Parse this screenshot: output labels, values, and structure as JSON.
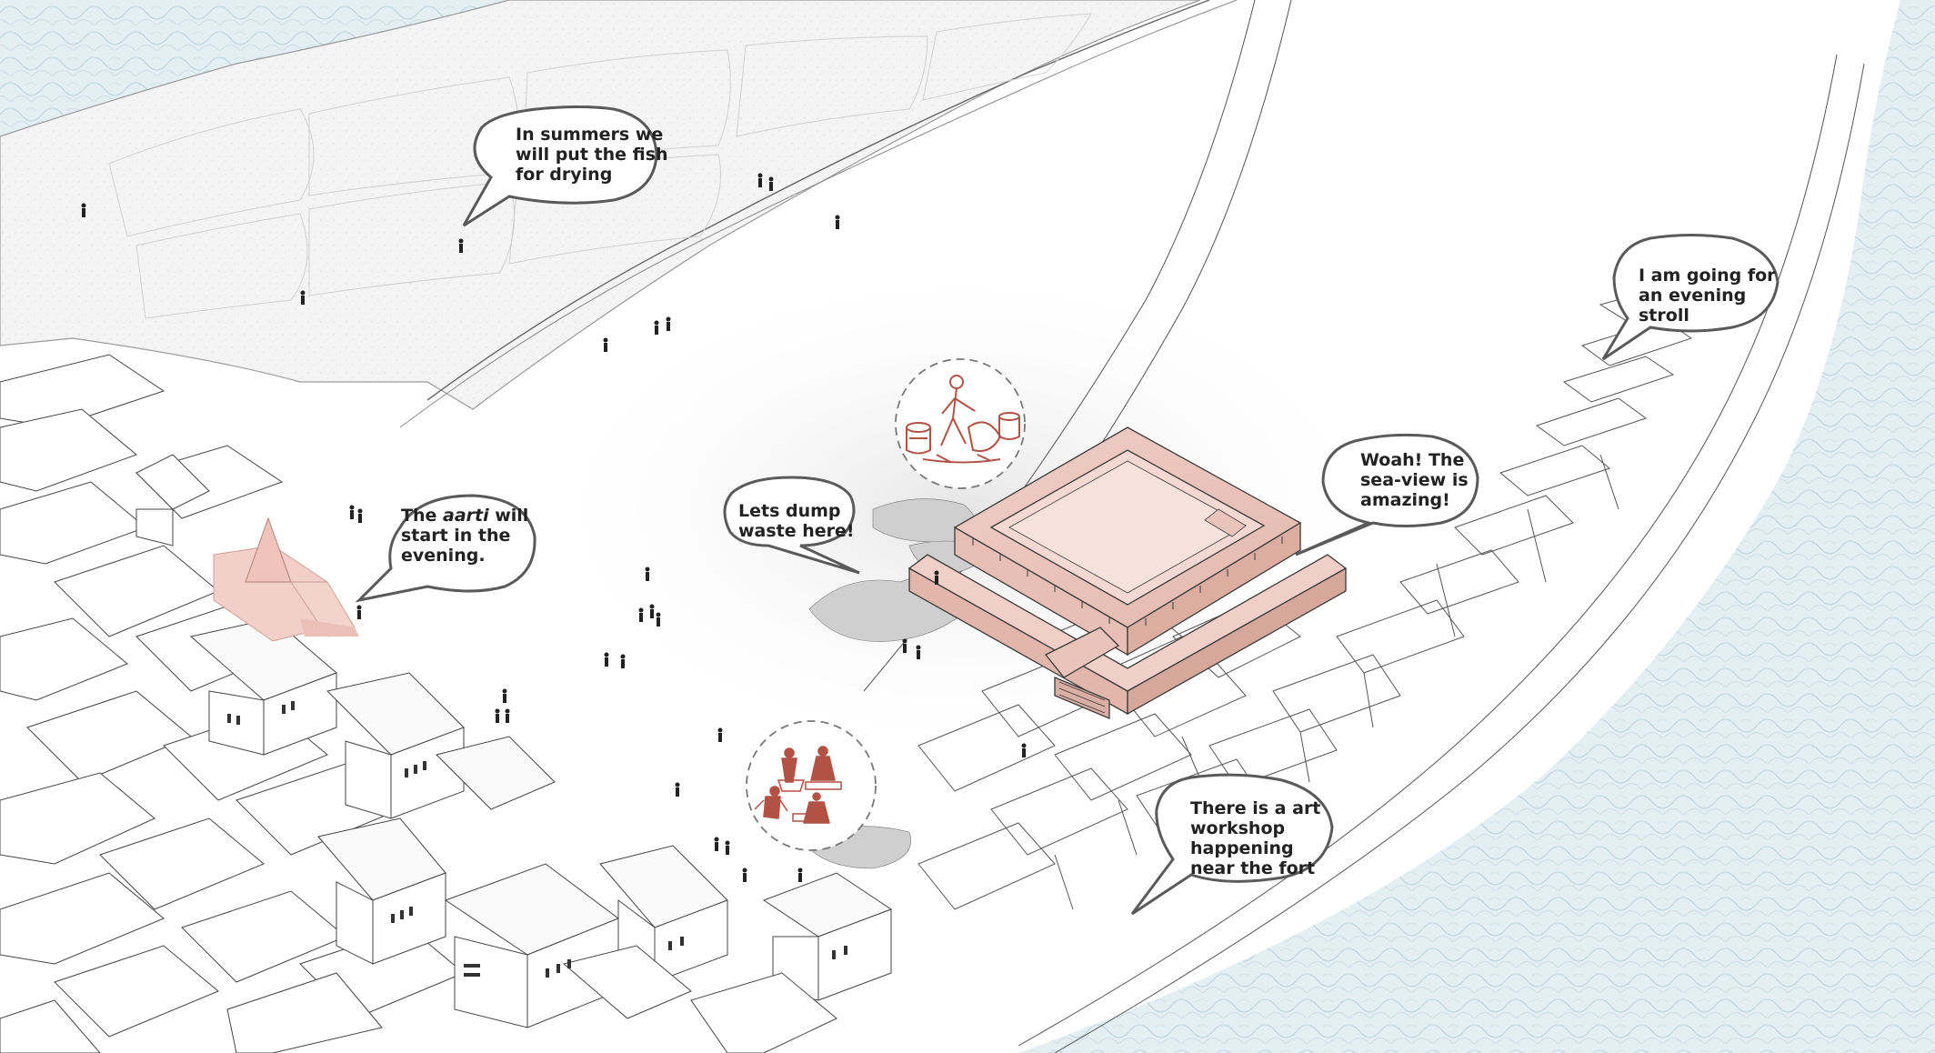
{
  "bubbles": {
    "fish_drying": {
      "line1": "In summers we",
      "line2": "will put the fish",
      "line3": "for drying"
    },
    "aarti": {
      "line1_pre": "The ",
      "line1_em": "aarti",
      "line1_post": " will",
      "line2": "start in the",
      "line3": "evening."
    },
    "waste": {
      "line1": "Lets dump",
      "line2": "waste here!"
    },
    "sea_view": {
      "line1": "Woah! The",
      "line2": "sea-view is",
      "line3": "amazing!"
    },
    "stroll": {
      "line1": "I am going for",
      "line2": "an evening",
      "line3": "stroll"
    },
    "art_workshop": {
      "line1": "There is a art",
      "line2": "workshop",
      "line3": "happening",
      "line4": "near the fort"
    }
  },
  "colors": {
    "sea_fill": "#e3eef3",
    "sea_wave": "#b9d3de",
    "beach_fill": "#f3f3f3",
    "fort_fill": "#ecc8c0",
    "fort_stroke": "#3a3a3a",
    "temple_fill": "#f1c9c1",
    "icon_red": "#b25245",
    "ink": "#333333",
    "bubble_stroke": "#5a5a5a"
  }
}
